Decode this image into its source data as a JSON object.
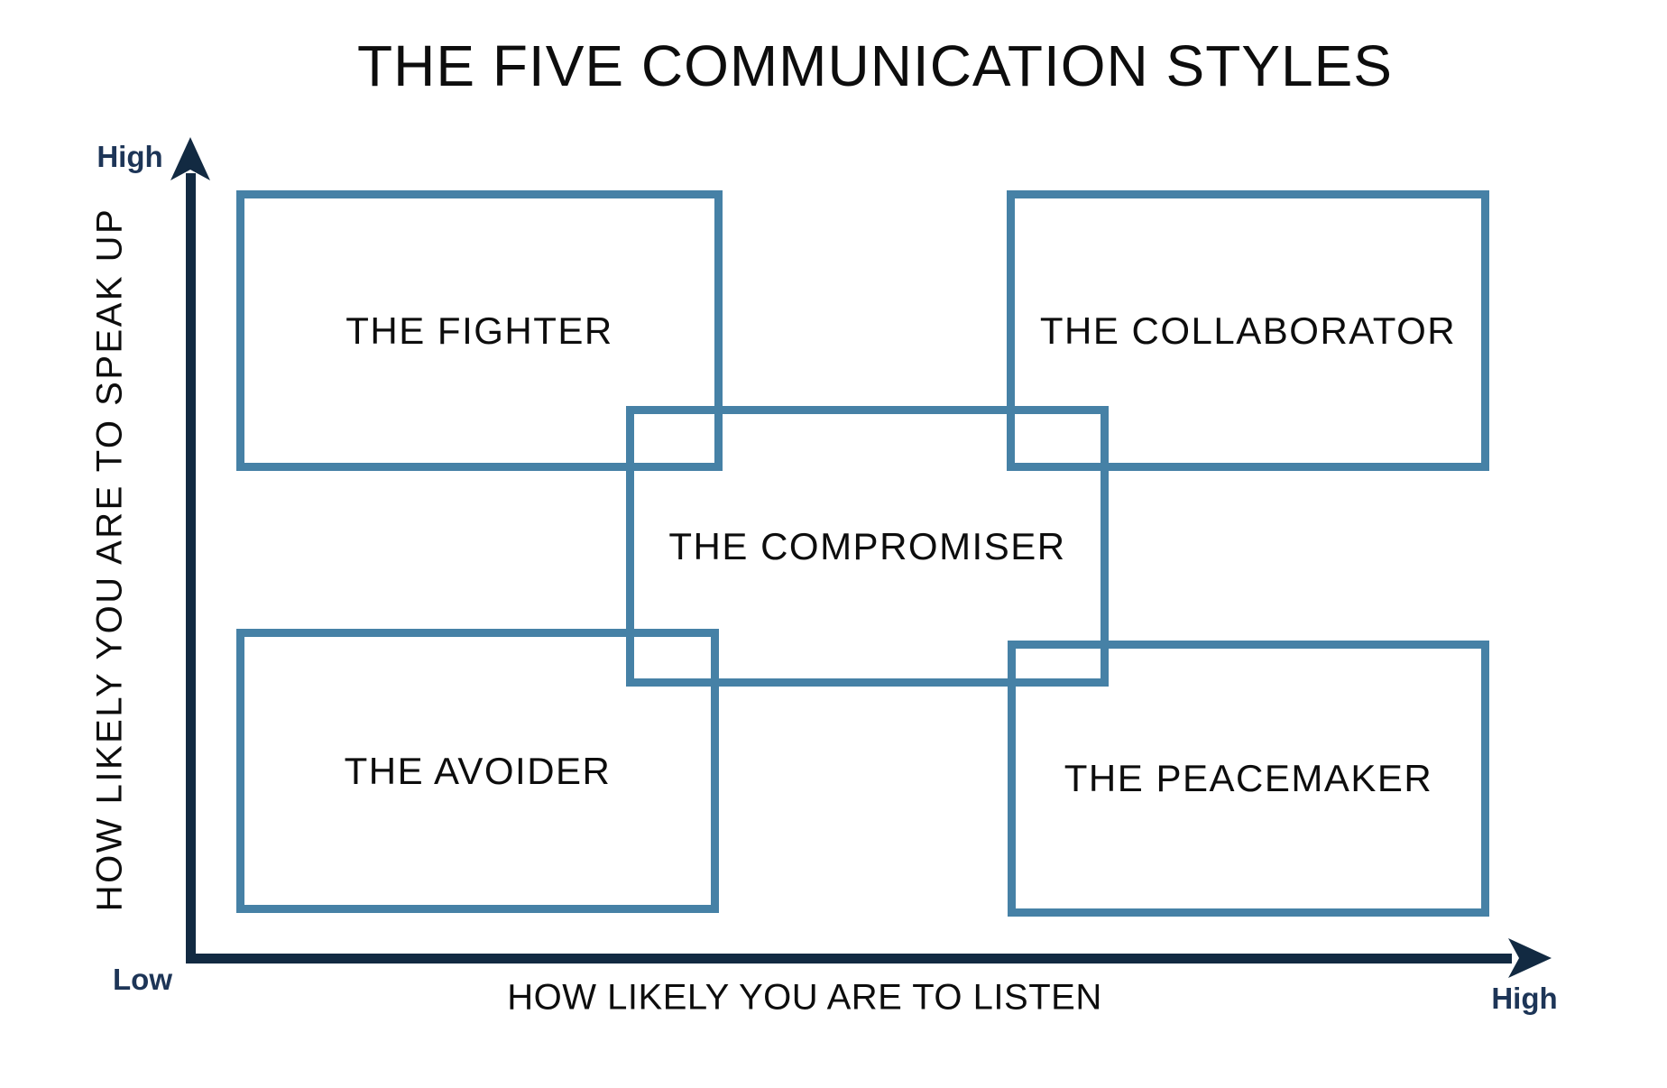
{
  "title": "THE FIVE COMMUNICATION STYLES",
  "axes": {
    "y": {
      "title": "HOW LIKELY YOU ARE TO SPEAK UP",
      "high": "High",
      "low": "Low"
    },
    "x": {
      "title": "HOW LIKELY YOU ARE TO LISTEN",
      "high": "High"
    }
  },
  "boxes": {
    "fighter": "THE FIGHTER",
    "collaborator": "THE COLLABORATOR",
    "compromiser": "THE COMPROMISER",
    "avoider": "THE AVOIDER",
    "peacemaker": "THE PEACEMAKER"
  },
  "colors": {
    "box_border": "#4681A6",
    "axis": "#122A42",
    "axis_end_label": "#1D3557",
    "text": "#0D0D0D",
    "background": "#FFFFFF"
  }
}
